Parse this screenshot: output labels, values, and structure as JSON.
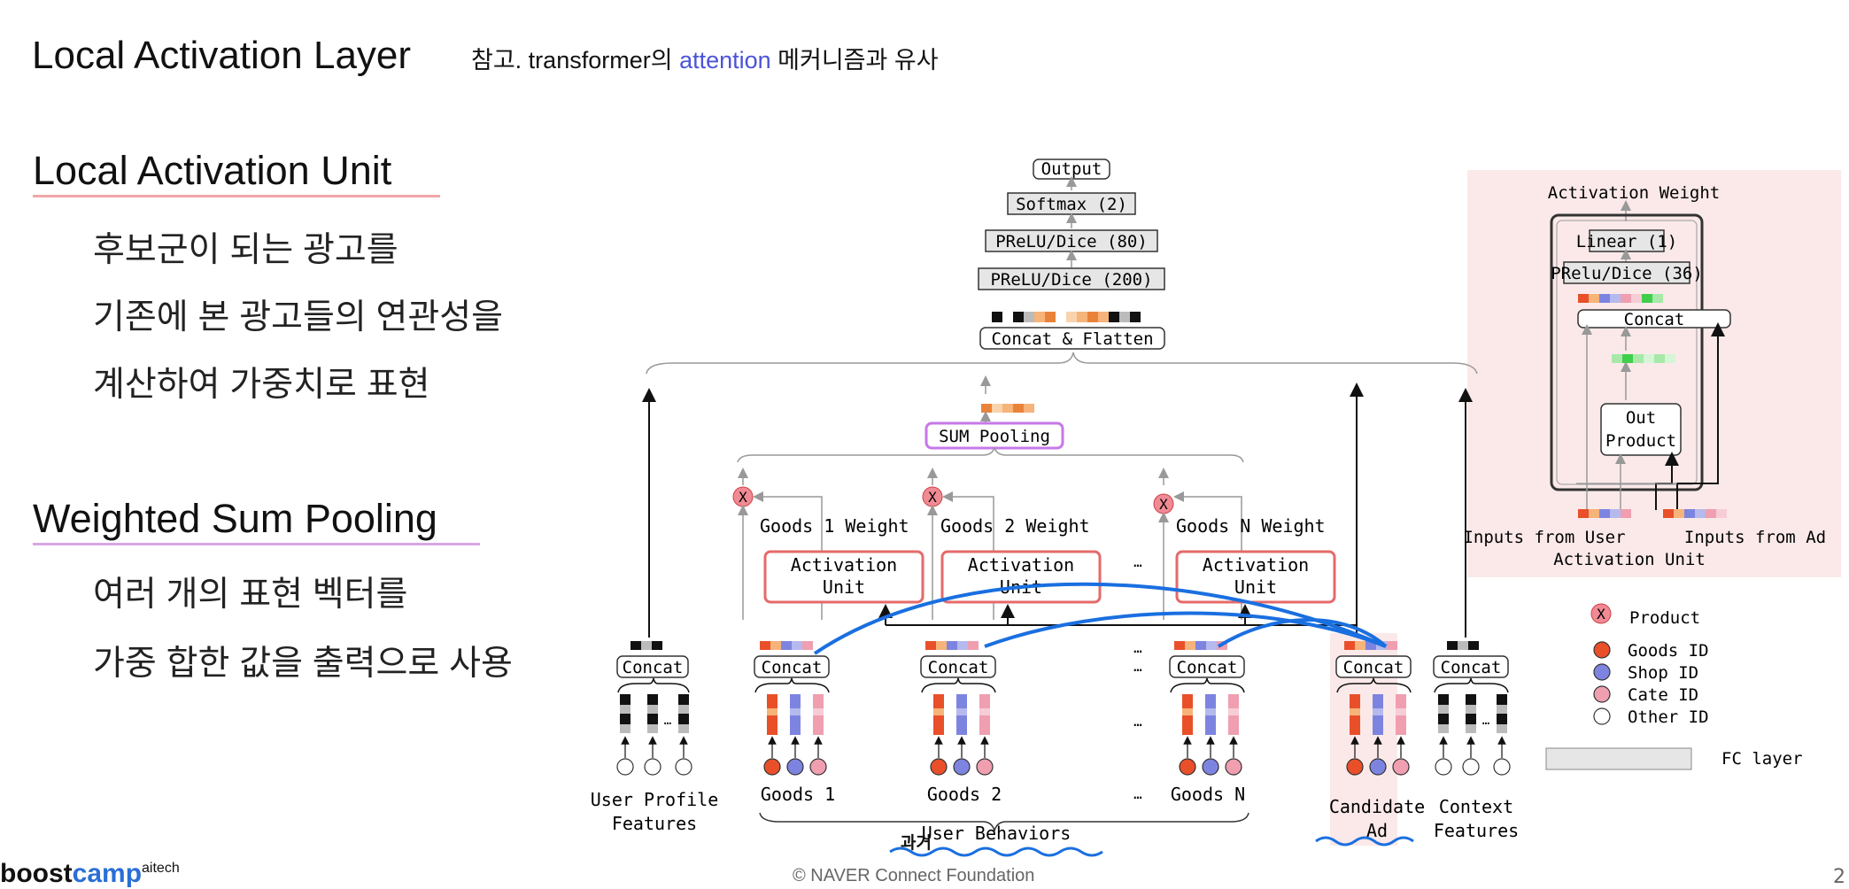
{
  "header": {
    "title": "Local Activation Layer",
    "note_prefix": "참고. transformer의 ",
    "note_highlight": "attention",
    "note_suffix": " 메커니즘과 유사"
  },
  "sections": [
    {
      "heading": "Local Activation Unit",
      "underline_color": "#f2a7a7",
      "bullets": [
        "후보군이 되는 광고를",
        "기존에 본 광고들의 연관성을",
        "계산하여 가중치로 표현"
      ]
    },
    {
      "heading": "Weighted Sum Pooling",
      "underline_color": "#d9a6e6",
      "bullets": [
        "여러 개의 표현 벡터를",
        "가중 합한 값을 출력으로 사용"
      ]
    }
  ],
  "diagram": {
    "top_stack": {
      "output": "Output",
      "softmax": "Softmax (2)",
      "prelu1": "PReLU/Dice (80)",
      "prelu2": "PReLU/Dice (200)",
      "concat_flatten": "Concat & Flatten"
    },
    "sum_pooling": "SUM Pooling",
    "goods_weights": [
      "Goods 1 Weight",
      "Goods 2 Weight",
      "Goods N Weight"
    ],
    "activation_unit": "Activation\nUnit",
    "activation_unit_line1": "Activation",
    "activation_unit_line2": "Unit",
    "concat": "Concat",
    "ellipsis": "…",
    "goods_labels": [
      "Goods 1",
      "Goods 2",
      "Goods N"
    ],
    "user_profile": [
      "User Profile",
      "Features"
    ],
    "user_behaviors": "User Behaviors",
    "candidate_ad": [
      "Candidate",
      "Ad"
    ],
    "context_features": [
      "Context",
      "Features"
    ],
    "handwritten_note": "과거",
    "multiply_symbol": "X"
  },
  "inset": {
    "title": "Activation Weight",
    "linear": "Linear (1)",
    "prelu": "PRelu/Dice (36)",
    "concat": "Concat",
    "out_product": [
      "Out",
      "Product"
    ],
    "inputs_user": "Inputs from User",
    "inputs_ad": "Inputs from Ad",
    "caption": "Activation Unit"
  },
  "legend": {
    "product": "Product",
    "items": [
      {
        "label": "Goods ID",
        "color": "#e9502a"
      },
      {
        "label": "Shop ID",
        "color": "#7d84e0"
      },
      {
        "label": "Cate ID",
        "color": "#ef9fb0"
      },
      {
        "label": "Other ID",
        "color": "#ffffff"
      }
    ],
    "fc_layer": "FC layer"
  },
  "colors": {
    "goods": "#e9502a",
    "shop": "#7d84e0",
    "cate": "#ef9fb0",
    "activation_border": "#e56a6a",
    "sum_pool_border": "#c678e8",
    "blue_arrow": "#1a6fe0",
    "inset_bg": "#fbe9e9"
  },
  "footer": {
    "logo_main": "boost",
    "logo_accent": "camp",
    "logo_sup": "aitech",
    "copyright": "©  NAVER Connect Foundation",
    "page": "2"
  }
}
